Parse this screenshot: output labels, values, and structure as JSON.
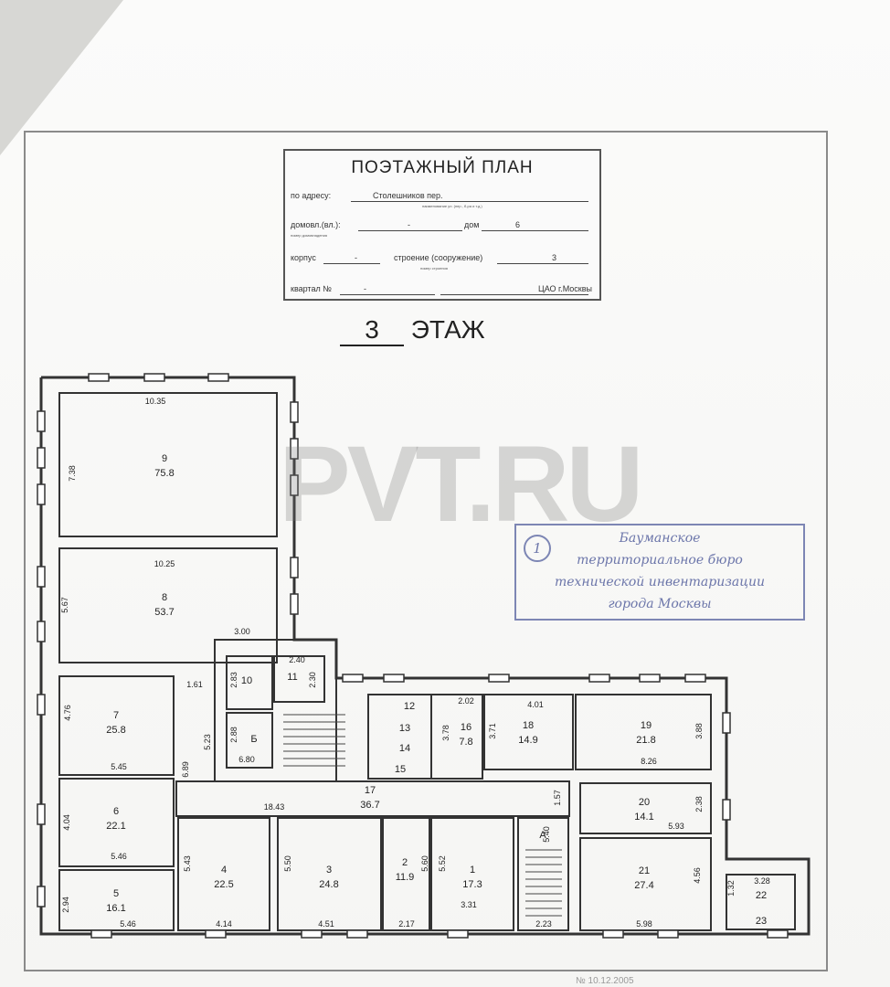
{
  "stamp": {
    "title": "ПОЭТАЖНЫЙ ПЛАН",
    "address_label": "по адресу:",
    "address_value": "Столешников пер.",
    "address_note": "наименование ул. (пер., б-ра и т.д.)",
    "house_label": "домовл.(вл.):",
    "house_value": "-",
    "dom_label": "дом",
    "dom_value": "6",
    "house_note": "номер домовладения",
    "korpus_label": "корпус",
    "korpus_value": "-",
    "building_label": "строение (сооружение)",
    "building_value": "3",
    "building_note": "номер строения",
    "block_label": "квартал №",
    "block_value": "-",
    "district": "ЦАО г.Москвы"
  },
  "floor": {
    "number": "3",
    "label": "ЭТАЖ"
  },
  "watermark": "PVT.RU",
  "bureau": {
    "number": "1",
    "lines": [
      "Бауманское",
      "территориальное бюро",
      "технической инвентаризации",
      "города Москвы"
    ]
  },
  "bottom_note": "№ 10.12.2005",
  "rooms": [
    {
      "no": "9",
      "area": "75.8"
    },
    {
      "no": "8",
      "area": "53.7"
    },
    {
      "no": "10",
      "area": ""
    },
    {
      "no": "11",
      "area": ""
    },
    {
      "no": "7",
      "area": "25.8"
    },
    {
      "no": "Б",
      "area": ""
    },
    {
      "no": "6",
      "area": "22.1"
    },
    {
      "no": "5",
      "area": "16.1"
    },
    {
      "no": "4",
      "area": "22.5"
    },
    {
      "no": "3",
      "area": "24.8"
    },
    {
      "no": "2",
      "area": "11.9"
    },
    {
      "no": "1",
      "area": "17.3"
    },
    {
      "no": "А",
      "area": ""
    },
    {
      "no": "12",
      "area": ""
    },
    {
      "no": "13",
      "area": ""
    },
    {
      "no": "14",
      "area": ""
    },
    {
      "no": "15",
      "area": ""
    },
    {
      "no": "16",
      "area": "7.8"
    },
    {
      "no": "17",
      "area": "36.7"
    },
    {
      "no": "18",
      "area": "14.9"
    },
    {
      "no": "19",
      "area": "21.8"
    },
    {
      "no": "20",
      "area": "14.1"
    },
    {
      "no": "21",
      "area": "27.4"
    },
    {
      "no": "22",
      "area": ""
    },
    {
      "no": "23",
      "area": ""
    }
  ],
  "dimensions": [
    "10.35",
    "7.38",
    "10.25",
    "5.67",
    "3.00",
    "2.40",
    "2.83",
    "2.30",
    "1.61",
    "4.76",
    "5.23",
    "2.88",
    "6.80",
    "5.45",
    "6.89",
    "4.04",
    "5.46",
    "2.94",
    "5.46",
    "18.43",
    "5.43",
    "4.14",
    "5.50",
    "4.51",
    "2.17",
    "5.60",
    "5.52",
    "3.31",
    "5.40",
    "1.57",
    "2.23",
    "2.02",
    "3.78",
    "3.71",
    "4.01",
    "3.88",
    "8.26",
    "2.38",
    "5.93",
    "4.56",
    "5.98",
    "1.32",
    "3.28"
  ]
}
